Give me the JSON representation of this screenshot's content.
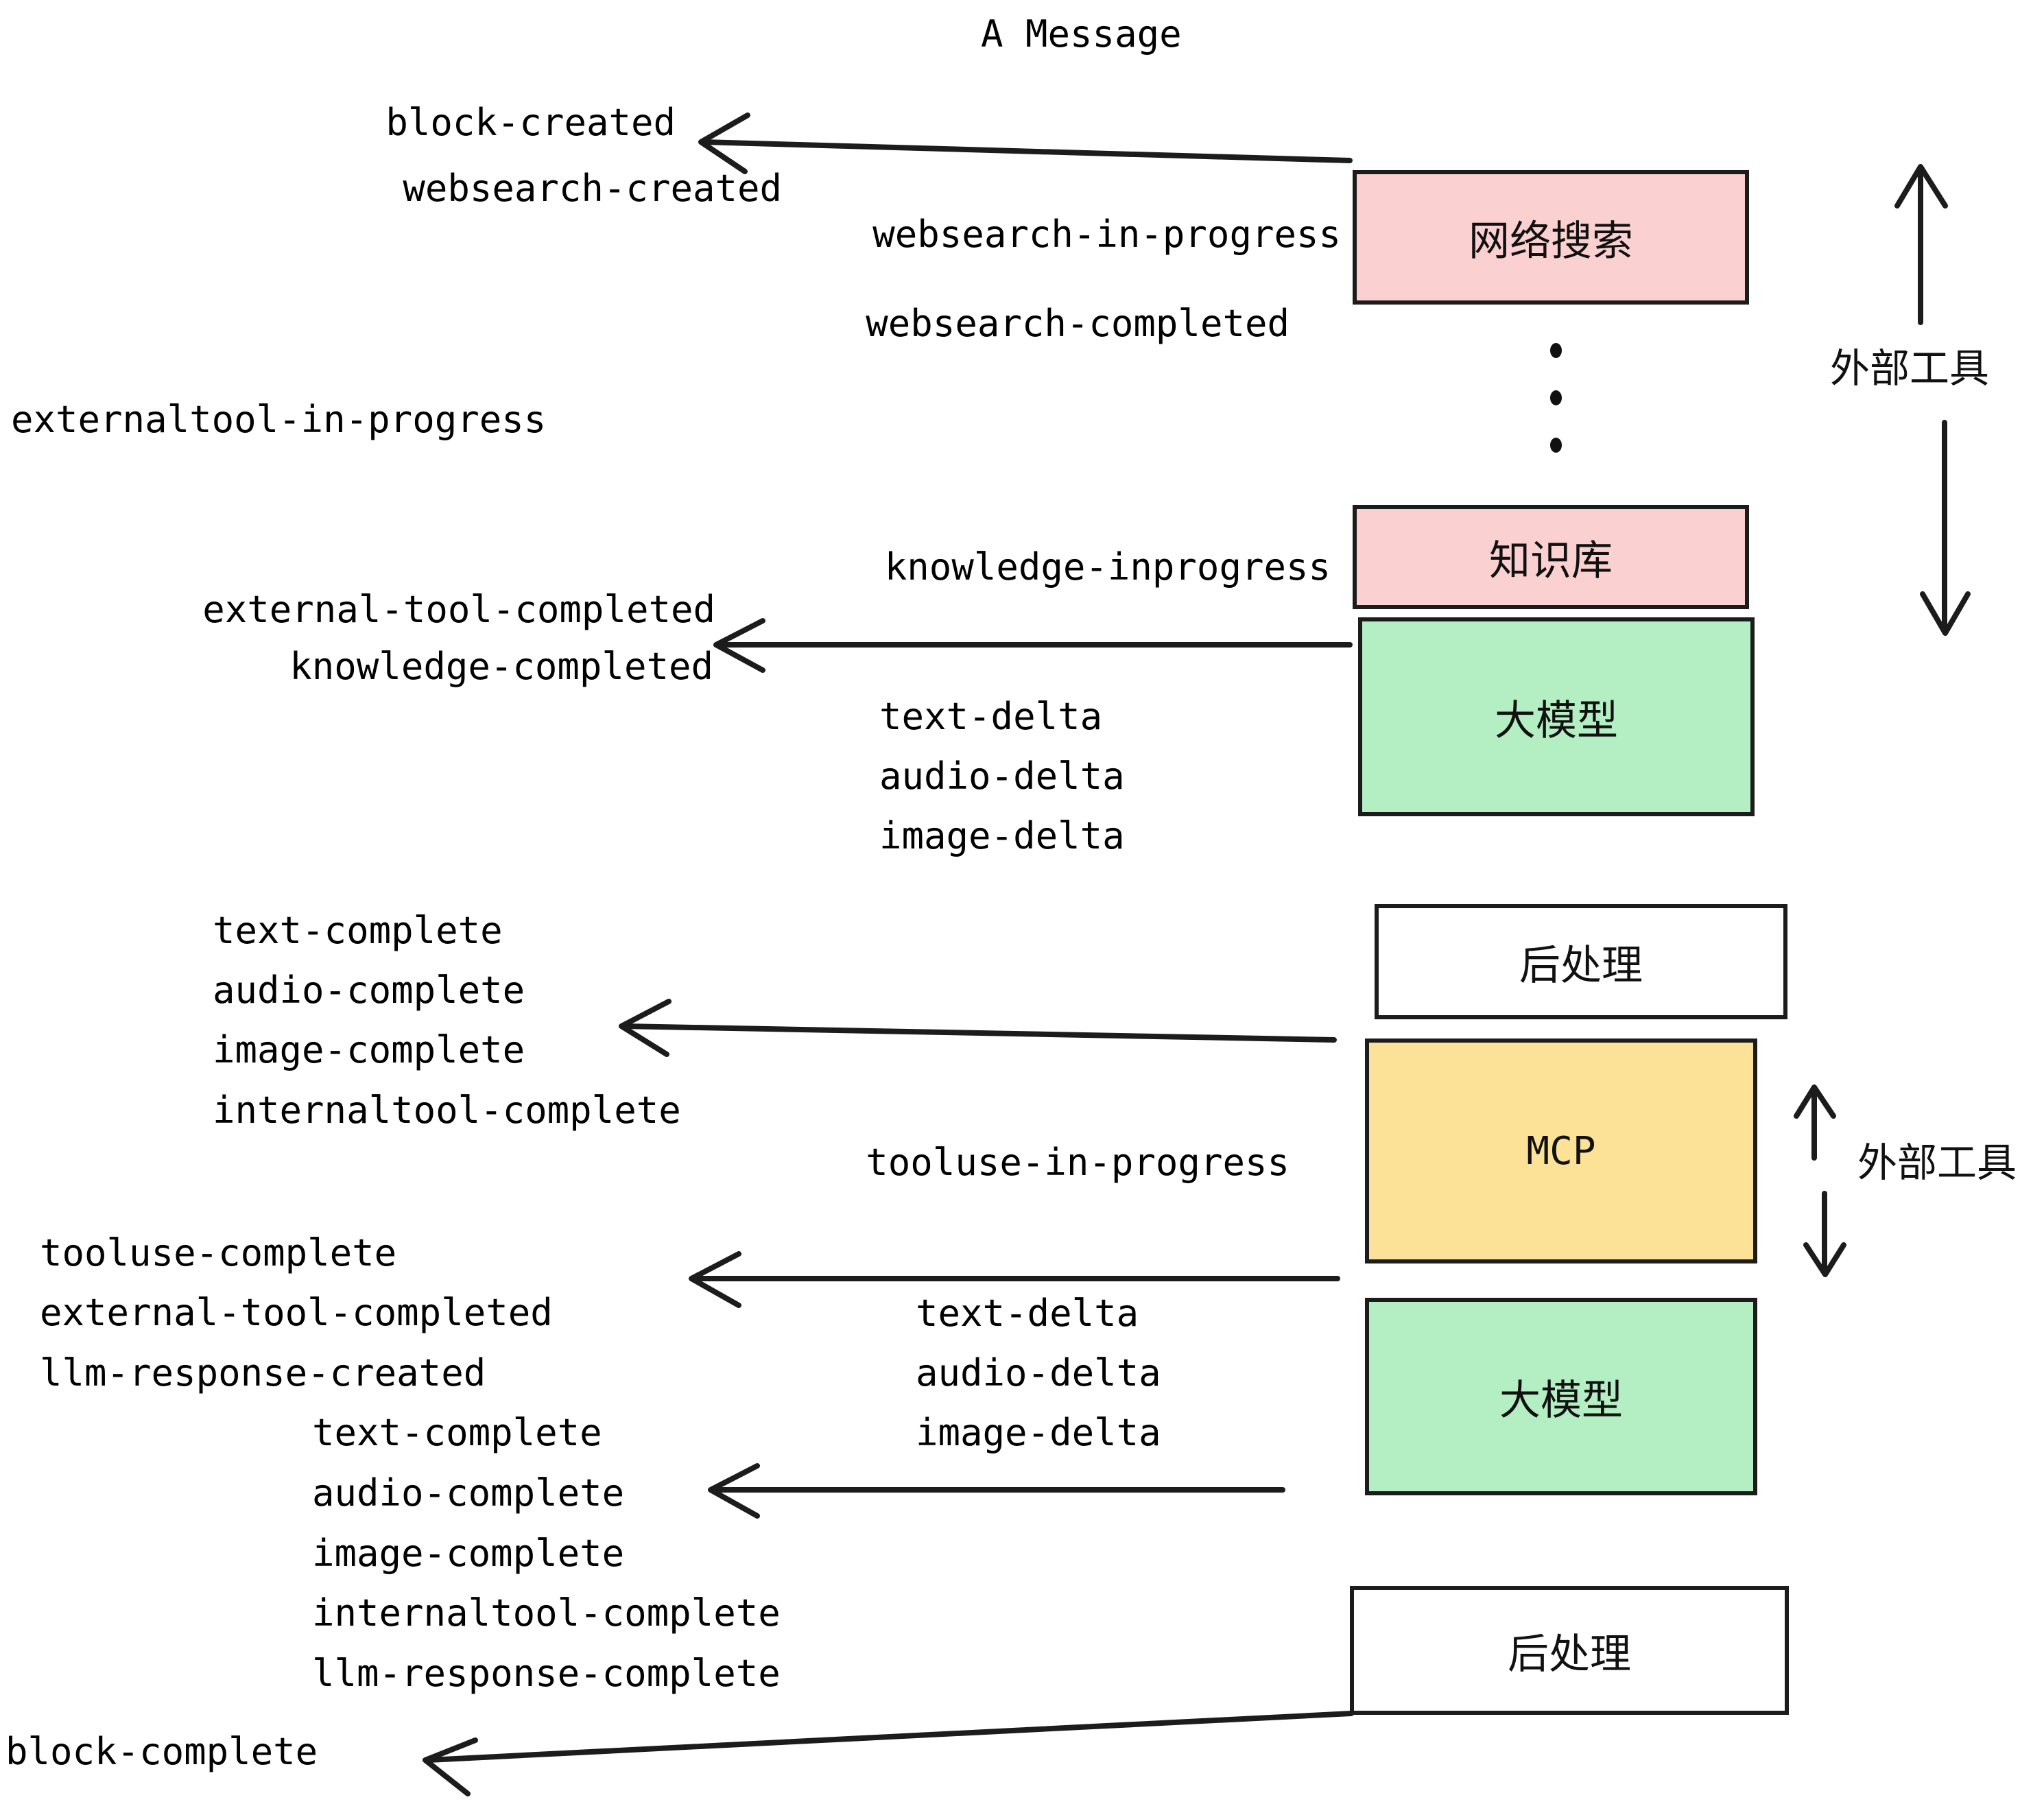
{
  "title": "A Message",
  "colors": {
    "pink": "#FAD0D0",
    "green": "#B4EFC4",
    "yellow": "#FBE296",
    "white": "#FFFFFF",
    "stroke": "#1C1C1C",
    "text": "#111111"
  },
  "boxes": [
    {
      "id": "websearch",
      "label": "网络搜索",
      "fill": "pink"
    },
    {
      "id": "knowledge",
      "label": "知识库",
      "fill": "pink"
    },
    {
      "id": "llm1",
      "label": "大模型",
      "fill": "green"
    },
    {
      "id": "post1",
      "label": "后处理",
      "fill": "white"
    },
    {
      "id": "mcp",
      "label": "MCP",
      "fill": "yellow"
    },
    {
      "id": "llm2",
      "label": "大模型",
      "fill": "green"
    },
    {
      "id": "post2",
      "label": "后处理",
      "fill": "white"
    }
  ],
  "side_labels": [
    {
      "id": "external-tool-top",
      "label": "外部工具"
    },
    {
      "id": "external-tool-bottom",
      "label": "外部工具"
    }
  ],
  "events": {
    "block_created": "block-created",
    "websearch_created": "websearch-created",
    "websearch_in_progress": "websearch-in-progress",
    "websearch_completed": "websearch-completed",
    "externaltool_in_progress": "externaltool-in-progress",
    "knowledge_inprogress": "knowledge-inprogress",
    "external_tool_completed_1": "external-tool-completed",
    "knowledge_completed": "knowledge-completed",
    "text_delta_1": "text-delta",
    "audio_delta_1": "audio-delta",
    "image_delta_1": "image-delta",
    "text_complete_1": "text-complete",
    "audio_complete_1": "audio-complete",
    "image_complete_1": "image-complete",
    "internaltool_complete_1": "internaltool-complete",
    "tooluse_in_progress": "tooluse-in-progress",
    "tooluse_complete": "tooluse-complete",
    "external_tool_completed_2": "external-tool-completed",
    "llm_response_created": "llm-response-created",
    "text_delta_2": "text-delta",
    "audio_delta_2": "audio-delta",
    "image_delta_2": "image-delta",
    "text_complete_2": "text-complete",
    "audio_complete_2": "audio-complete",
    "image_complete_2": "image-complete",
    "internaltool_complete_2": "internaltool-complete",
    "llm_response_complete": "llm-response-complete",
    "block_complete": "block-complete"
  }
}
